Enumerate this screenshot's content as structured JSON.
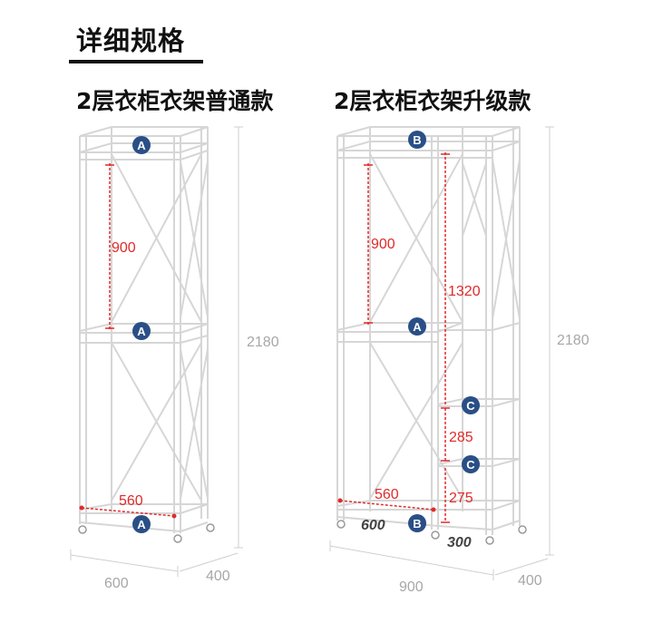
{
  "heading": "详细规格",
  "left": {
    "title": "2层衣柜衣架普通款",
    "badges": [
      "A",
      "A",
      "A"
    ],
    "dims": {
      "rail_height": "900",
      "total_height": "2180",
      "inner_width": "560",
      "width": "600",
      "depth": "400"
    }
  },
  "right": {
    "title": "2层衣柜衣架升级款",
    "badges": [
      "B",
      "A",
      "C",
      "C",
      "B"
    ],
    "dims": {
      "rail_height": "900",
      "tall_height": "1320",
      "shelf_gap_1": "285",
      "shelf_gap_2": "275",
      "inner_width": "560",
      "left_width": "600",
      "right_width": "300",
      "total_height": "2180",
      "width": "900",
      "depth": "400"
    }
  },
  "colors": {
    "badge_fill": "#2a4f86",
    "dimension_red": "#e02a2a",
    "frame_line": "#d6d6d6",
    "grey_text": "#a7a7a7"
  }
}
